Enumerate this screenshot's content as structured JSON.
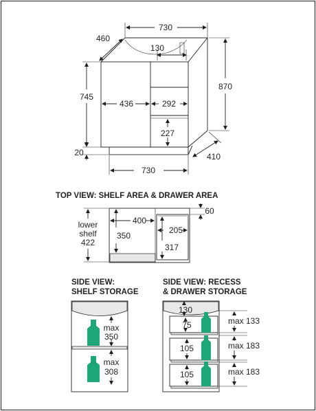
{
  "colors": {
    "line": "#231f20",
    "bottle": "#1fa77a",
    "wall": "#e8e8e8"
  },
  "front": {
    "width_top": "730",
    "depth": "460",
    "basin": "130",
    "height_body": "745",
    "height_total": "870",
    "shelf_width": "436",
    "drawer_width": "292",
    "drawer_height": "227",
    "plinth": "20",
    "width_bottom": "730",
    "plinth_depth": "410"
  },
  "top_view": {
    "title": "TOP VIEW: SHELF AREA & DRAWER AREA",
    "shelf_width": "400",
    "depth_60": "60",
    "lower_shelf_line1": "lower",
    "lower_shelf_line2": "shelf",
    "lower_shelf_line3": "422",
    "shelf_depth": "350",
    "drawer_width": "205",
    "drawer_depth": "317"
  },
  "side_shelf": {
    "title_line1": "SIDE VIEW:",
    "title_line2": "SHELF STORAGE",
    "upper_max": "max",
    "upper_val": "350",
    "lower_max": "max",
    "lower_val": "308"
  },
  "side_drawer": {
    "title_line1": "SIDE VIEW: RECESS",
    "title_line2": "& DRAWER STORAGE",
    "recess": "130",
    "d1_inner": "75",
    "d2_inner": "105",
    "d3_inner": "105",
    "d1_max": "max 133",
    "d2_max": "max 183",
    "d3_max": "max 183"
  }
}
